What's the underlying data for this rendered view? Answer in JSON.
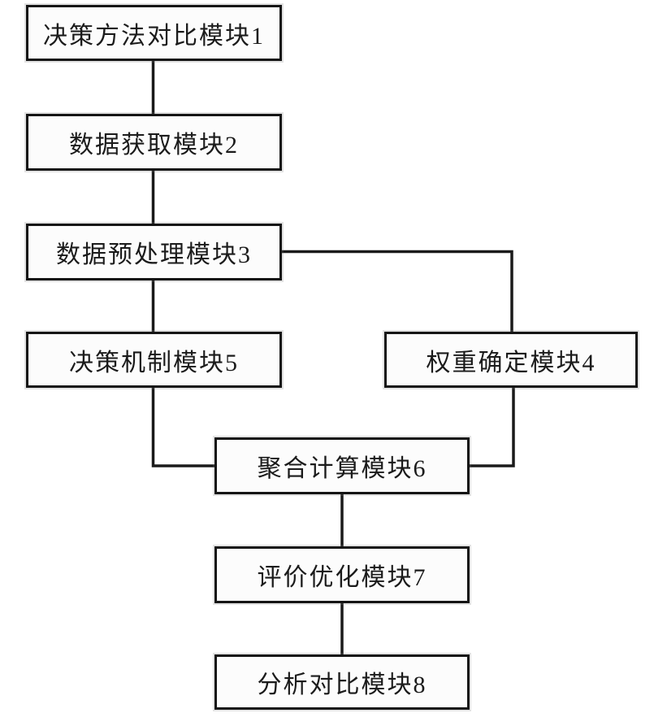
{
  "figure": {
    "type": "block-diagram",
    "background_color": "#ffffff",
    "line_color": "#1a1a1a",
    "box_fill_color": "#fcfcfc",
    "box_border_color": "#151515",
    "text_color": "#1b1b1b"
  },
  "nodes": [
    {
      "id": "module-1",
      "label": "决策方法对比模块1"
    },
    {
      "id": "module-2",
      "label": "数据获取模块2"
    },
    {
      "id": "module-3",
      "label": "数据预处理模块3"
    },
    {
      "id": "module-4",
      "label": "权重确定模块4"
    },
    {
      "id": "module-5",
      "label": "决策机制模块5"
    },
    {
      "id": "module-6",
      "label": "聚合计算模块6"
    },
    {
      "id": "module-7",
      "label": "评价优化模块7"
    },
    {
      "id": "module-8",
      "label": "分析对比模块8"
    }
  ],
  "edges": [
    {
      "from": "module-1",
      "to": "module-2"
    },
    {
      "from": "module-2",
      "to": "module-3"
    },
    {
      "from": "module-3",
      "to": "module-5"
    },
    {
      "from": "module-3",
      "to": "module-4"
    },
    {
      "from": "module-5",
      "to": "module-6"
    },
    {
      "from": "module-4",
      "to": "module-6"
    },
    {
      "from": "module-6",
      "to": "module-7"
    },
    {
      "from": "module-7",
      "to": "module-8"
    }
  ]
}
